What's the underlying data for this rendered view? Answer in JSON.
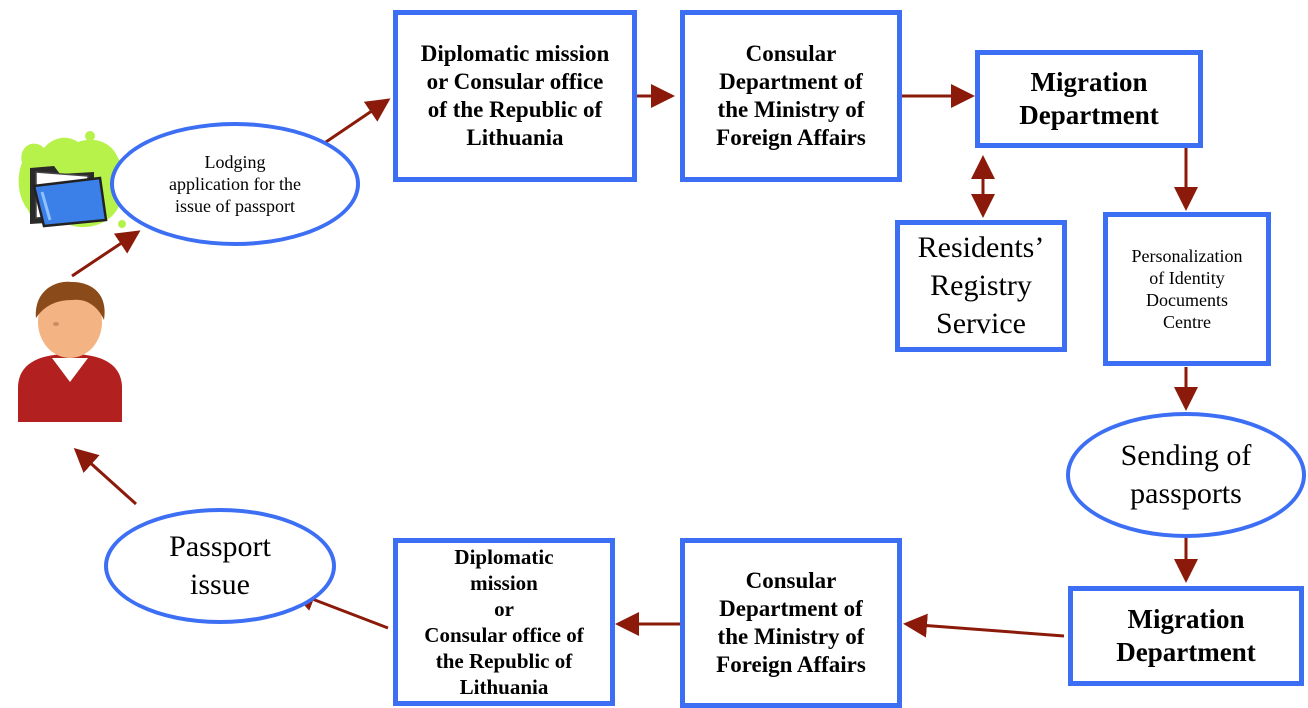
{
  "nodes": {
    "lodging": "Lodging\napplication for the\nissue  of passport",
    "dipTop": "Diplomatic mission\nor Consular office\nof the Republic of\nLithuania",
    "consTop": "Consular\nDepartment of\nthe Ministry of\nForeign Affairs",
    "migTop": "Migration\nDepartment",
    "residents": "Residents’\nRegistry\nService",
    "personal": "Personalization\nof Identity\nDocuments\nCentre",
    "sending": "Sending of\npassports",
    "migBot": "Migration\nDepartment",
    "consBot": "Consular\nDepartment of\nthe Ministry of\nForeign Affairs",
    "dipBot": "Diplomatic\nmission\nor\nConsular office of\nthe Republic of\nLithuania",
    "passport": "Passport\nissue"
  },
  "icons": [
    "folder-icon",
    "person-icon"
  ],
  "colors": {
    "box_border": "#3d6ff5",
    "arrow": "#8b1a0a"
  }
}
